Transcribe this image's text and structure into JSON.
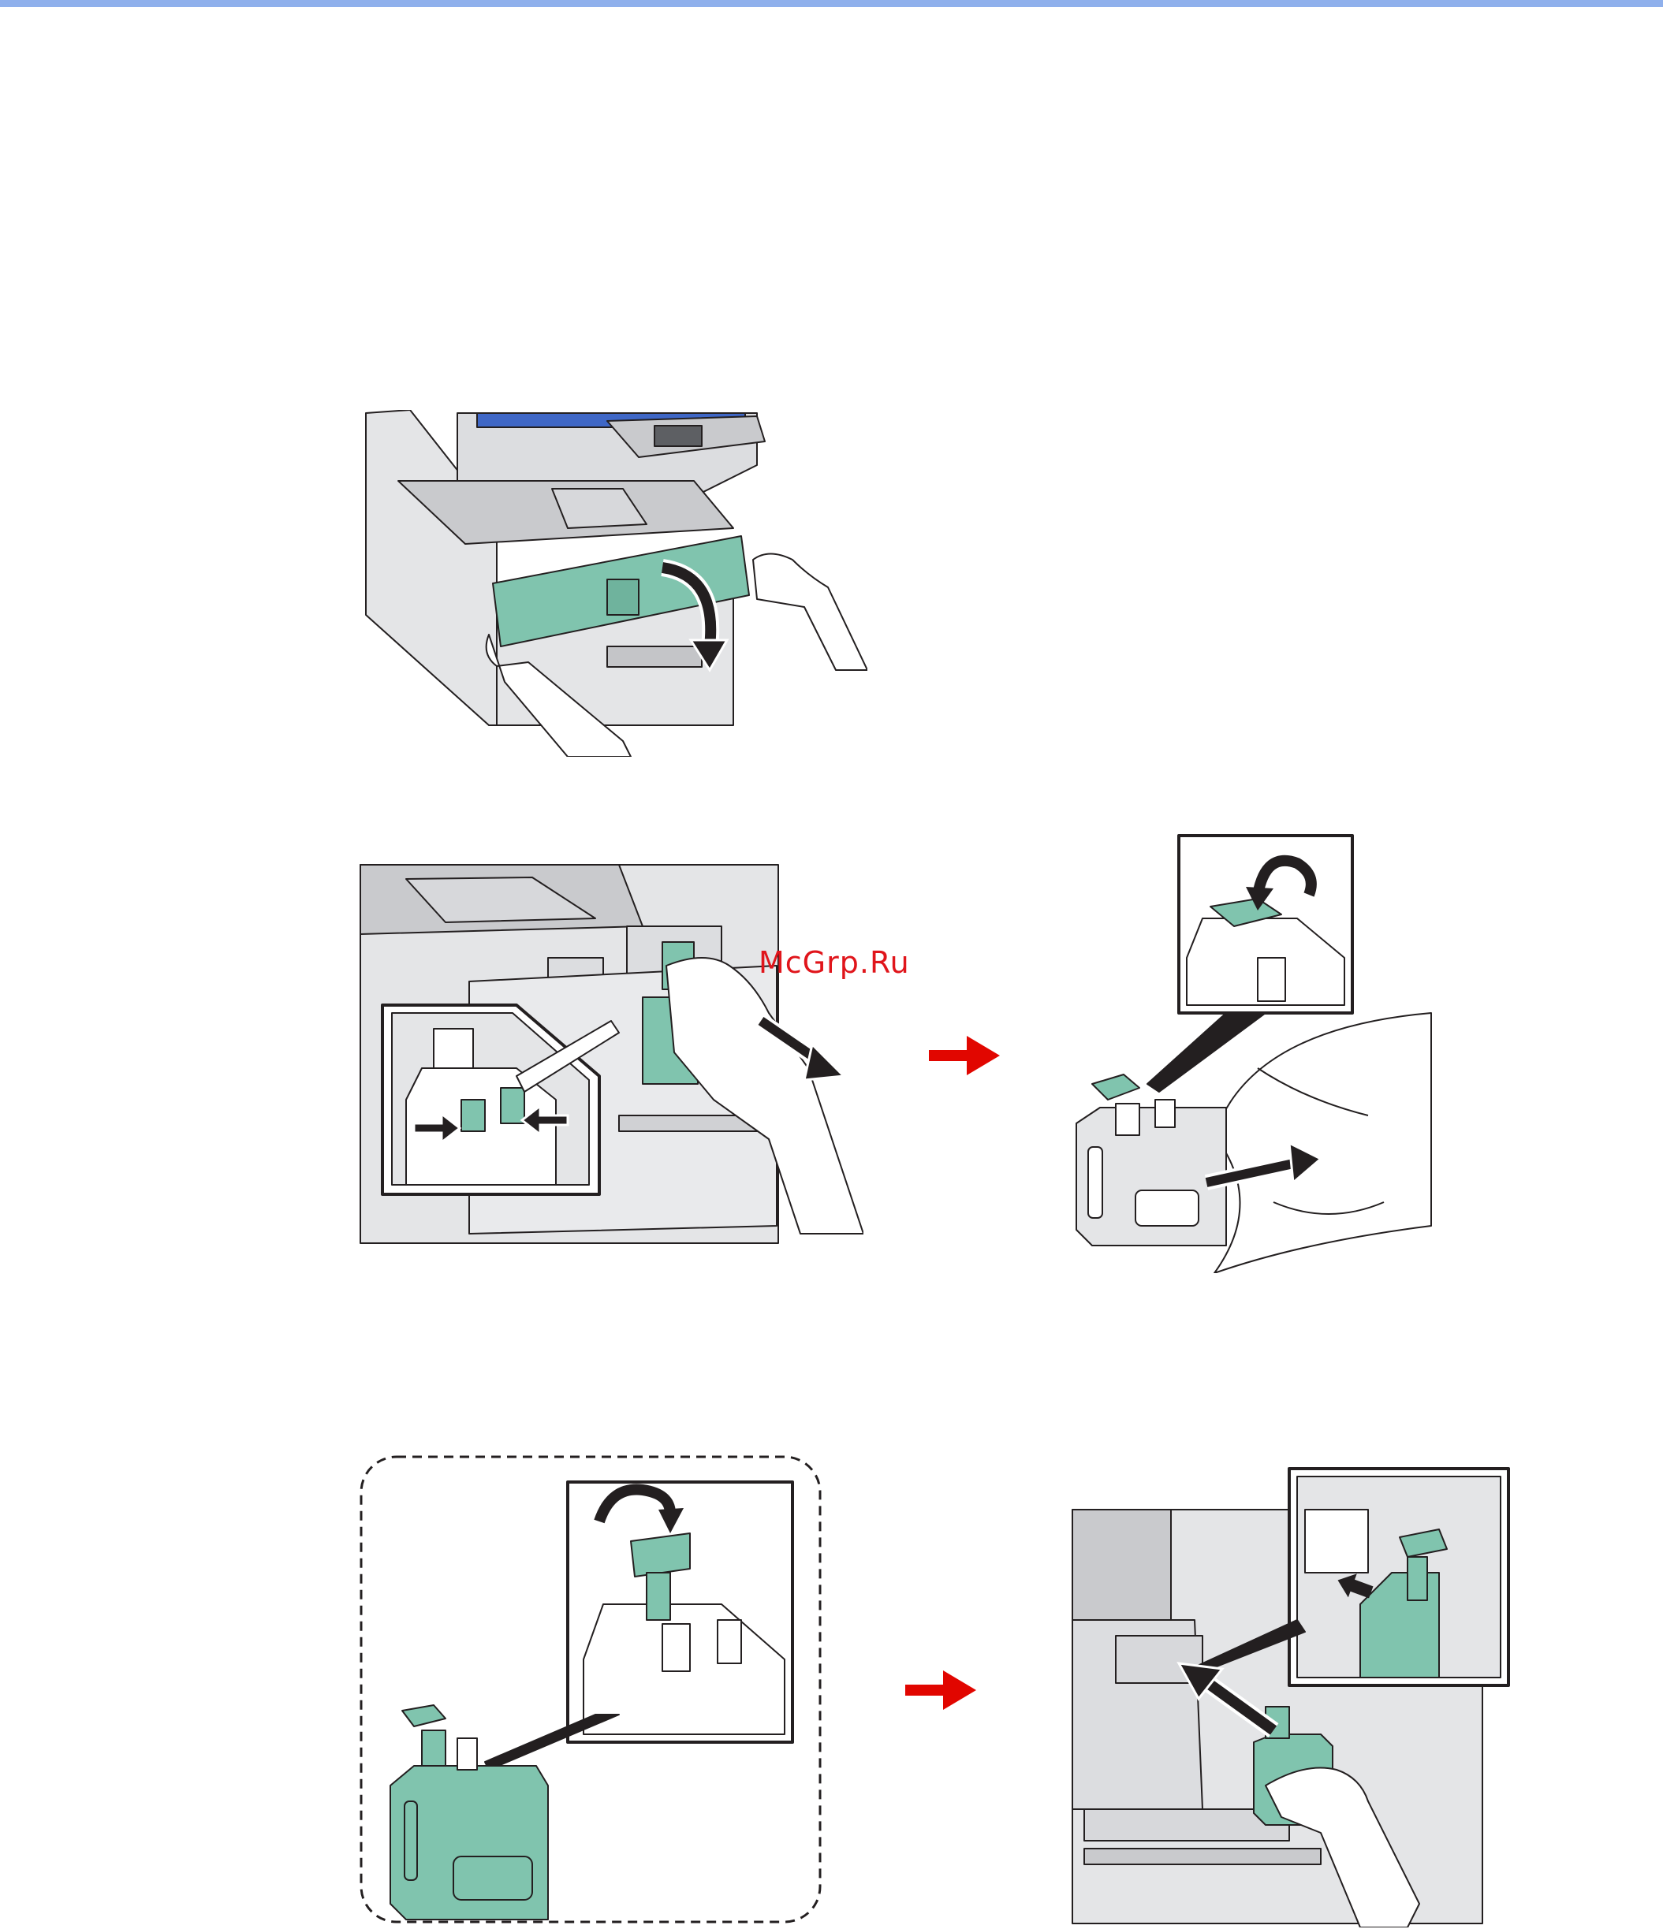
{
  "colors": {
    "header_rule": "#8fb0ec",
    "part_green": "#80c4ae",
    "machine_gray": "#e4e5e7",
    "outline": "#231f20",
    "step_arrow": "#e10600",
    "watermark": "#e0151b"
  },
  "watermark": {
    "text": "McGrp.Ru"
  },
  "figures": [
    {
      "name": "open-front-cover",
      "part": "front-cover"
    },
    {
      "name": "remove-waste-toner-box",
      "part": "waste-toner-box"
    },
    {
      "name": "cap-and-bag-used-box",
      "part": "waste-toner-box"
    },
    {
      "name": "prepare-new-box-cap",
      "part": "waste-toner-box"
    },
    {
      "name": "insert-new-box",
      "part": "waste-toner-box"
    }
  ],
  "step_arrows": 2,
  "icons": [
    "curved-down-arrow-icon",
    "pull-arrow-icon",
    "squeeze-arrows-icon",
    "rotate-cap-icon",
    "bag-arrow-icon",
    "insert-arrow-icon",
    "step-arrow-icon"
  ]
}
